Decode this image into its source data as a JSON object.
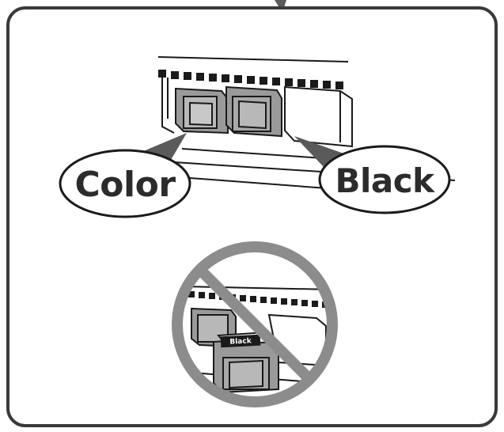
{
  "callouts": {
    "color": "Color",
    "black": "Black"
  },
  "cartridge_label": "Black",
  "colors": {
    "frame_border": "#3a3a3a",
    "frame_top_tab": "#5a5a5a",
    "line": "#1a1a1a",
    "cartridge_fill": "#b8b8b8",
    "cartridge_dark": "#9a9a9a",
    "prohibition": "#8c8c8c",
    "label_bg": "#1a1a1a"
  },
  "icons": [
    "printer-carriage-icon",
    "prohibition-icon"
  ]
}
